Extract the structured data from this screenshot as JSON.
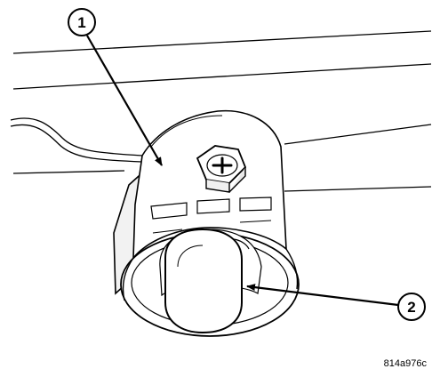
{
  "diagram": {
    "callouts": [
      {
        "id": "1",
        "label": "1"
      },
      {
        "id": "2",
        "label": "2"
      }
    ],
    "figure_code": "814a976c"
  }
}
